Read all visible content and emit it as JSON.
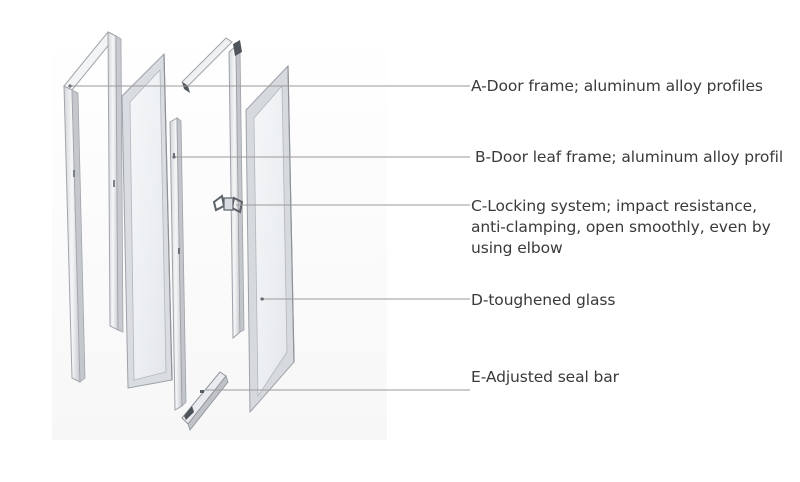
{
  "callouts": {
    "a": {
      "lines": [
        "A-Door frame; aluminum alloy profiles"
      ]
    },
    "b": {
      "lines": [
        "B-Door leaf frame; aluminum alloy profil"
      ]
    },
    "c": {
      "lines": [
        "C-Locking system; impact resistance,",
        "anti-clamping, open smoothly, even by",
        "using elbow"
      ]
    },
    "d": {
      "lines": [
        "D-toughened glass"
      ]
    },
    "e": {
      "lines": [
        "E-Adjusted seal bar"
      ]
    }
  },
  "colors": {
    "frame_light": "#f1f2f4",
    "frame_shade": "#c9ccd1",
    "frame_edge": "#9ea2a8",
    "glass": "#eef1f4",
    "leader_line": "#9a9a9a",
    "text": "#3a3a3a"
  }
}
